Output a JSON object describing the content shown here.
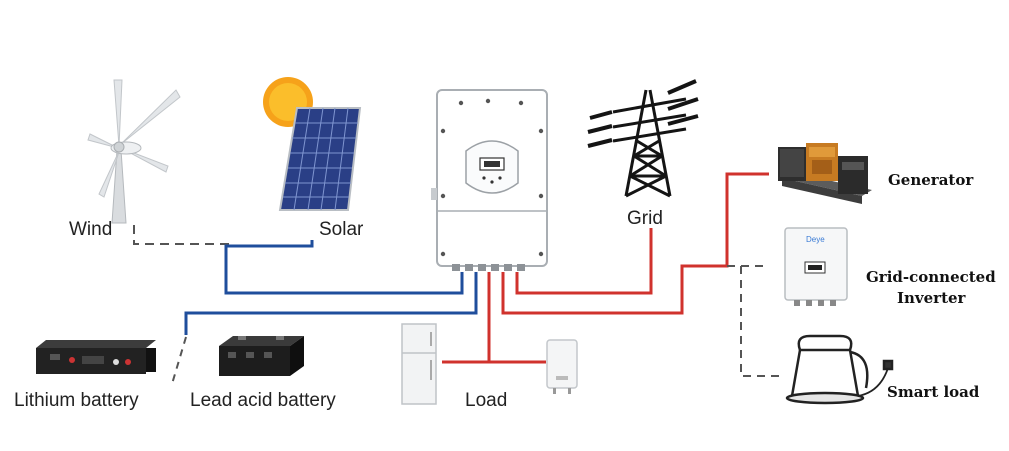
{
  "labels": {
    "wind": "Wind",
    "solar": "Solar",
    "grid": "Grid",
    "generator": "Generator",
    "grid_inverter_line1": "Grid-connected",
    "grid_inverter_line2": "Inverter",
    "smart_load": "Smart load",
    "lithium_battery": "Lithium battery",
    "lead_acid_battery": "Lead acid battery",
    "load": "Load",
    "inverter_brand": "Deye"
  },
  "colors": {
    "dc_line": "#1f4e9c",
    "ac_line": "#d0322d",
    "dashed_line": "#555555"
  }
}
